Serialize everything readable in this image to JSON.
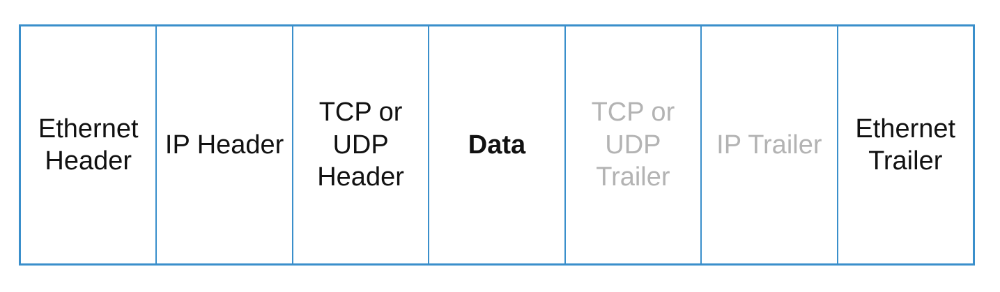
{
  "diagram": {
    "border_color": "#3a8fcb",
    "text_color": "#111111",
    "muted_color": "#b3b3b3",
    "fields": [
      {
        "label": "Ethernet\nHeader",
        "style": "normal"
      },
      {
        "label": "IP Header",
        "style": "normal"
      },
      {
        "label": "TCP or\nUDP\nHeader",
        "style": "normal"
      },
      {
        "label": "Data",
        "style": "bold"
      },
      {
        "label": "TCP or\nUDP\nTrailer",
        "style": "muted"
      },
      {
        "label": "IP Trailer",
        "style": "muted"
      },
      {
        "label": "Ethernet\nTrailer",
        "style": "normal"
      }
    ]
  }
}
